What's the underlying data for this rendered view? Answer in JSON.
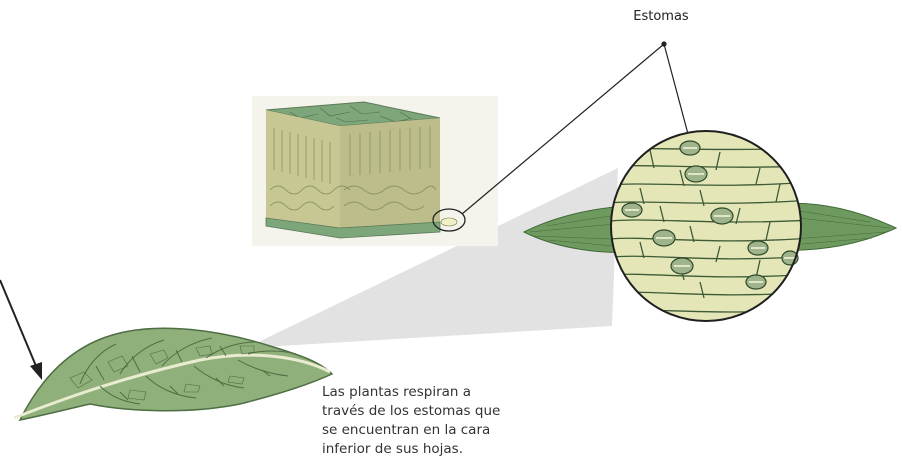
{
  "labels": {
    "stomata": "Estomas"
  },
  "caption": {
    "lines": [
      "Las plantas respiran a",
      "través de los estomas que",
      "se encuentran en la cara",
      "inferior de sus hojas."
    ]
  },
  "colors": {
    "leaf": "#8fb07a",
    "leaf_vein": "#4e6e44",
    "tissue_top": "#7da67a",
    "tissue_side": "#c9c89a",
    "stomata_disc": "#e4e6b8",
    "connector": "#222222",
    "projection": "#e4e4e4"
  }
}
